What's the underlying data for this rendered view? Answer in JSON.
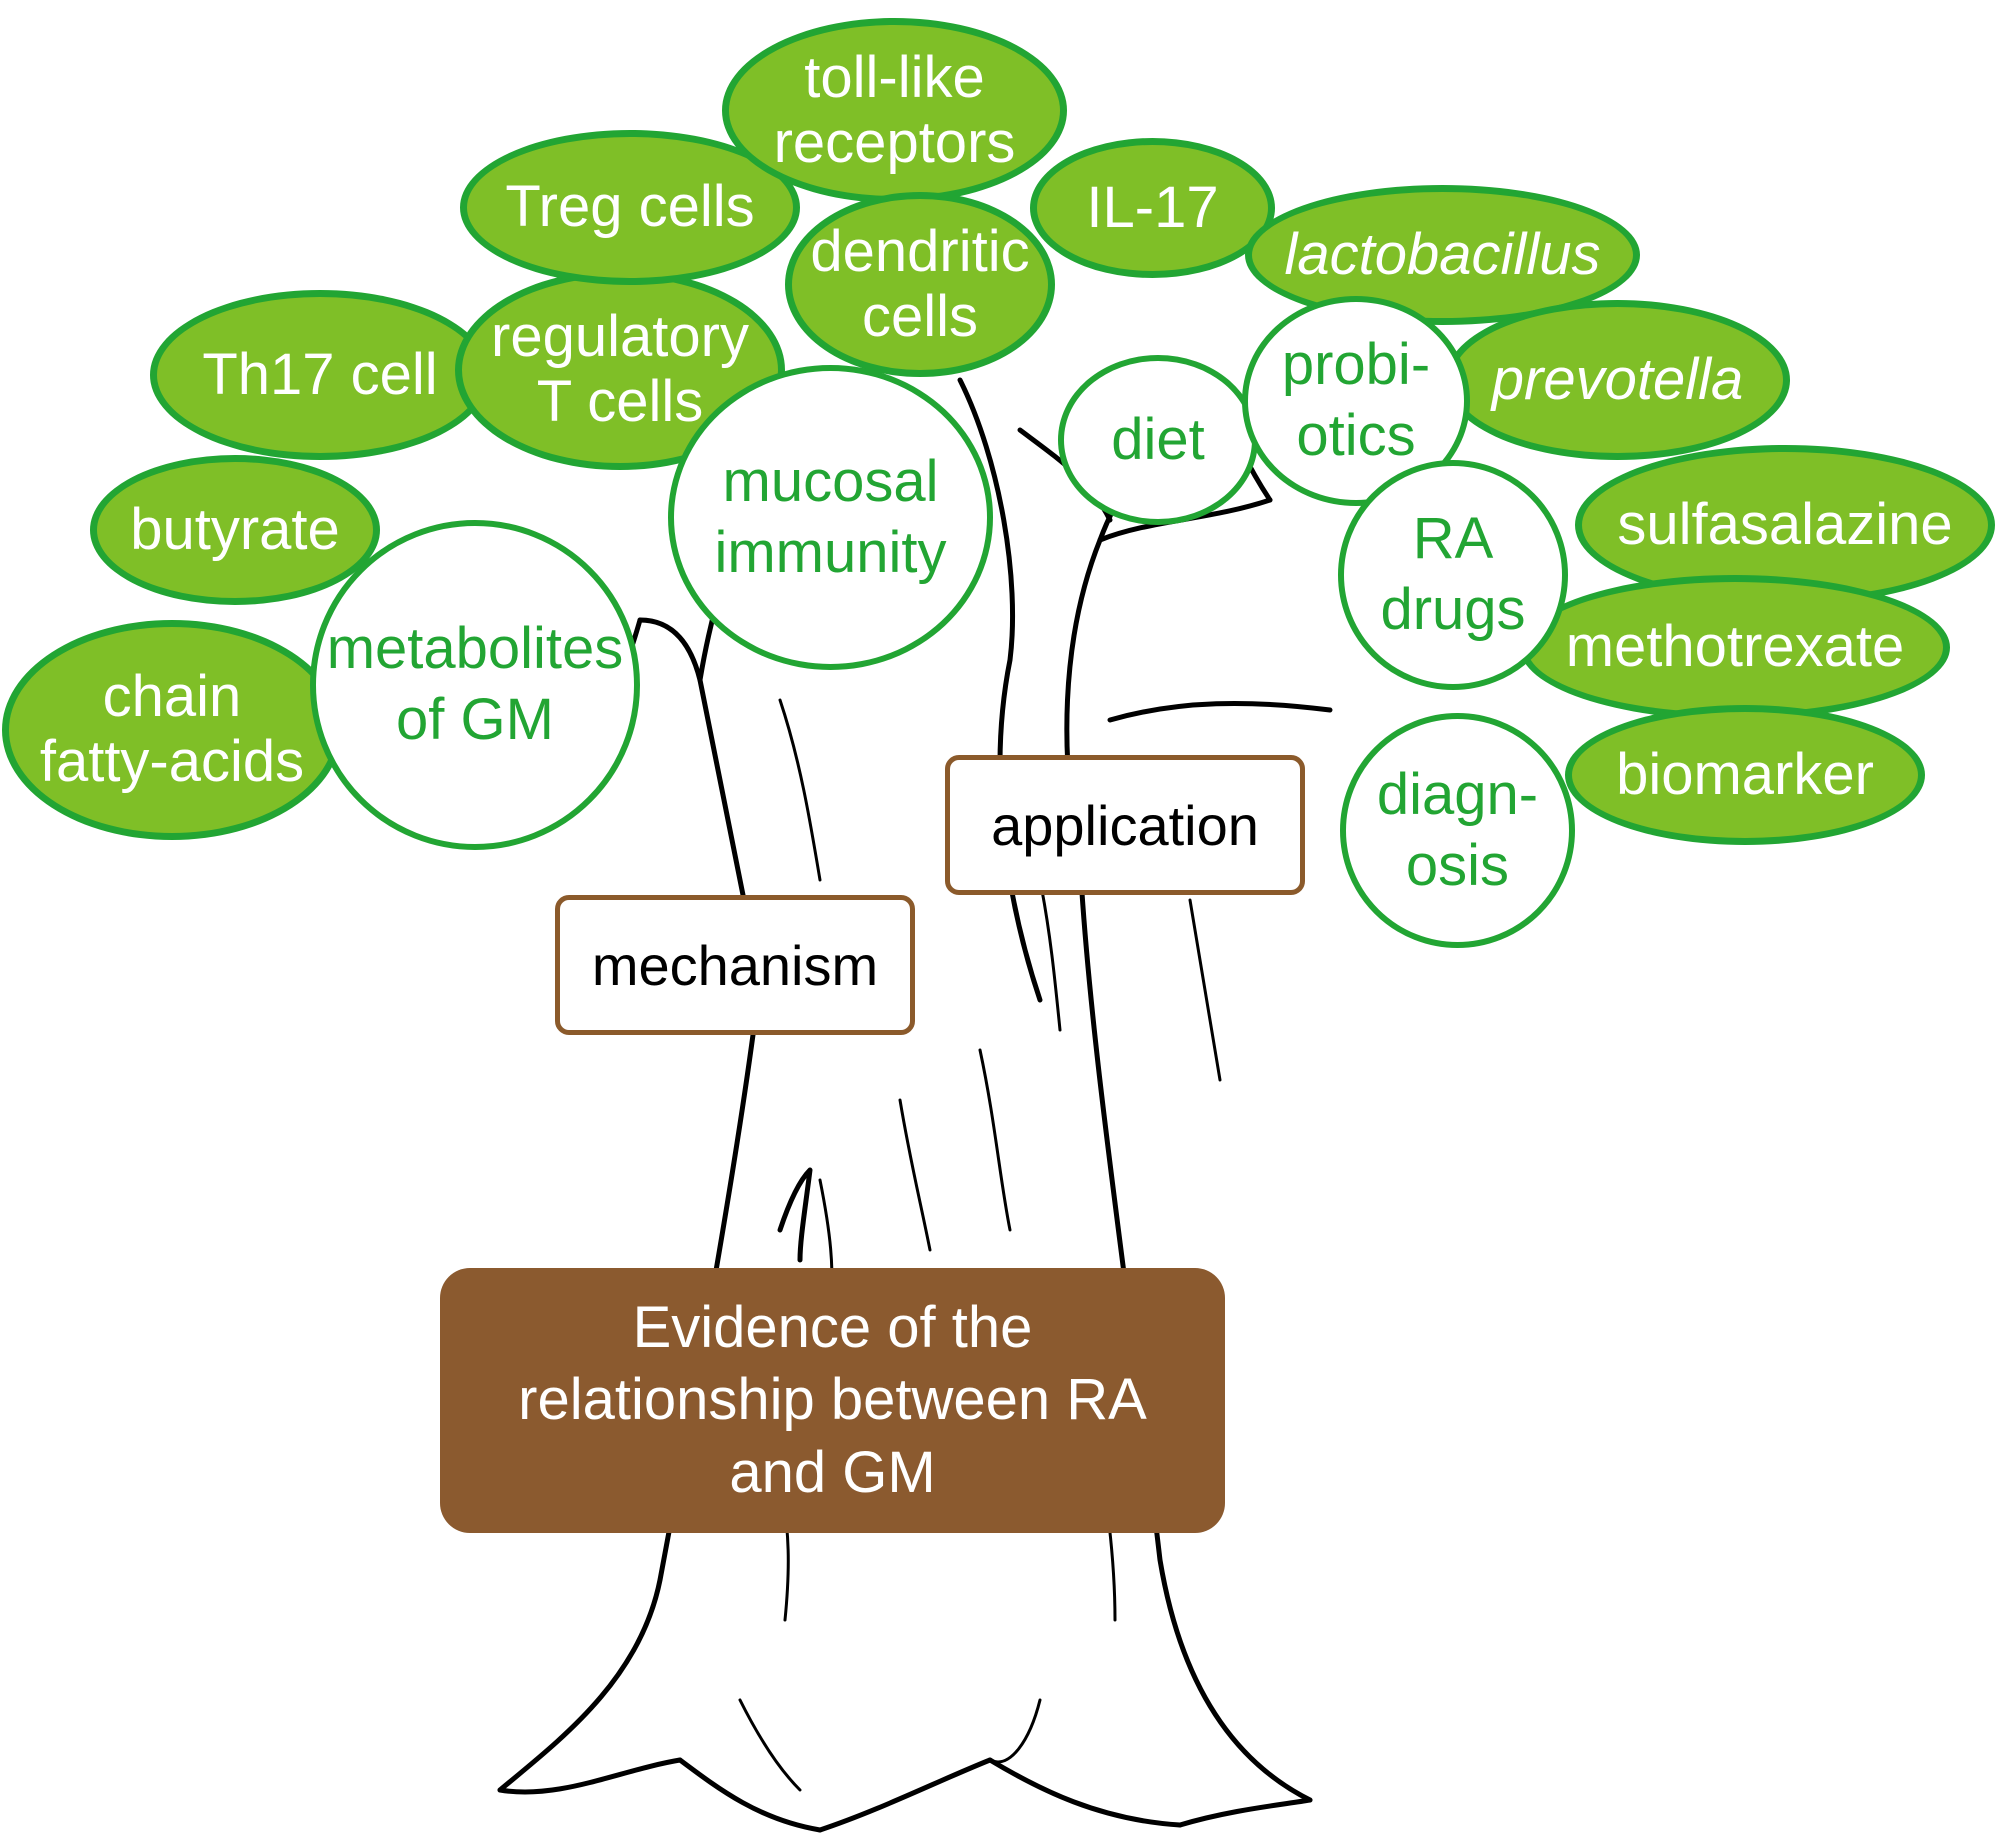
{
  "trunk_sign": {
    "text": "Evidence of the\nrelationship between RA\nand GM"
  },
  "branches": {
    "mechanism": "mechanism",
    "application": "application"
  },
  "hubs": {
    "metabolites": "metabolites\nof GM",
    "mucosal": "mucosal\nimmunity",
    "diet": "diet",
    "probiotics": "probi-\notics",
    "ra_drugs": "RA\ndrugs",
    "diagnosis": "diagn-\nosis"
  },
  "leaves": {
    "butyrate": "butyrate",
    "scfa": "chain\nfatty-acids",
    "th17": "Th17 cell",
    "regulatory_t": "regulatory\nT cells",
    "treg": "Treg cells",
    "tlr": "toll-like\nreceptors",
    "dendritic": "dendritic\ncells",
    "il17": "IL-17",
    "lactobacillus": "lactobacillus",
    "prevotella": "prevotella",
    "sulfasalazine": "sulfasalazine",
    "methotrexate": "methotrexate",
    "biomarker": "biomarker"
  },
  "colors": {
    "leaf_fill": "#7fbf27",
    "leaf_stroke": "#22a533",
    "hub_text": "#22a533",
    "brown": "#8b5a2b"
  }
}
